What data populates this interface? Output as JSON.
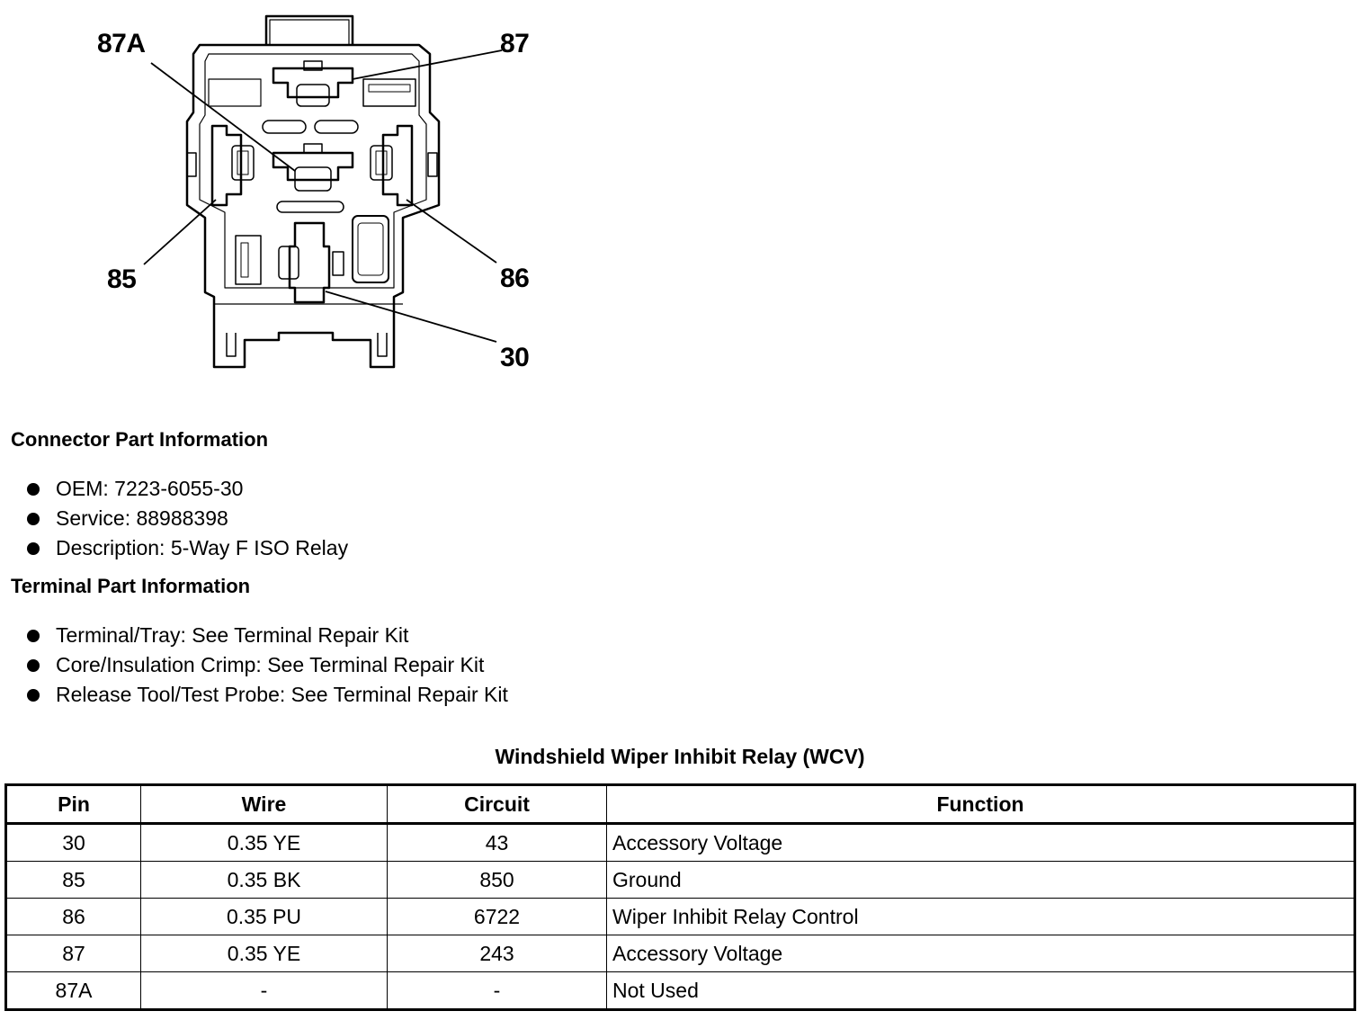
{
  "diagram": {
    "pin_labels": [
      "87A",
      "87",
      "85",
      "86",
      "30"
    ]
  },
  "connector": {
    "heading": "Connector Part Information",
    "items": [
      "OEM: 7223-6055-30",
      "Service: 88988398",
      "Description: 5-Way F ISO Relay"
    ]
  },
  "terminal": {
    "heading": "Terminal Part Information",
    "items": [
      "Terminal/Tray: See Terminal Repair Kit",
      "Core/Insulation Crimp: See Terminal Repair Kit",
      "Release Tool/Test Probe: See Terminal Repair Kit"
    ]
  },
  "table": {
    "title": "Windshield Wiper Inhibit Relay (WCV)",
    "headers": [
      "Pin",
      "Wire",
      "Circuit",
      "Function"
    ],
    "rows": [
      [
        "30",
        "0.35 YE",
        "43",
        "Accessory Voltage"
      ],
      [
        "85",
        "0.35 BK",
        "850",
        "Ground"
      ],
      [
        "86",
        "0.35 PU",
        "6722",
        "Wiper Inhibit Relay Control"
      ],
      [
        "87",
        "0.35 YE",
        "243",
        "Accessory Voltage"
      ],
      [
        "87A",
        "-",
        "-",
        "Not Used"
      ]
    ]
  }
}
